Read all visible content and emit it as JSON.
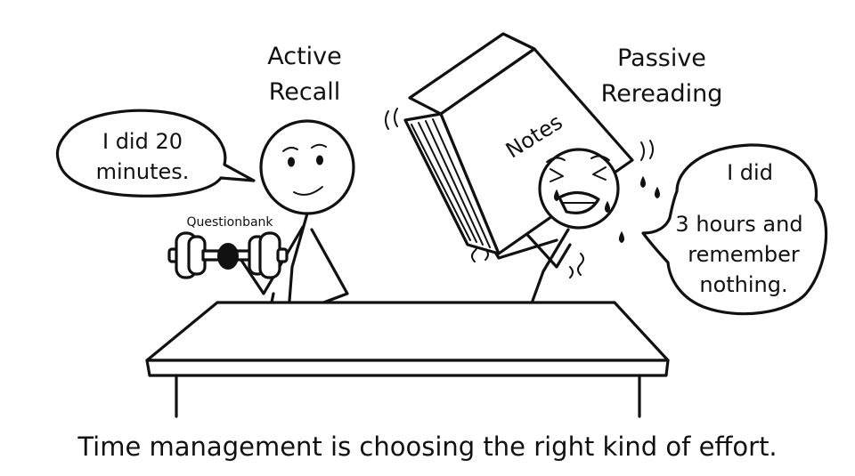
{
  "labels": {
    "active_line1": "Active",
    "active_line2": "Recall",
    "passive_line1": "Passive",
    "passive_line2": "Rereading"
  },
  "bubbles": {
    "left_line1": "I did 20",
    "left_line2": "minutes.",
    "right_line1": "I did",
    "right_line2": "3 hours and",
    "right_line3": "remember",
    "right_line4": "nothing."
  },
  "dumbbell_label": "Questionbank",
  "book_title": "Notes",
  "caption": "Time management is choosing the right kind of effort.",
  "colors": {
    "ink": "#111111",
    "background": "#ffffff"
  }
}
